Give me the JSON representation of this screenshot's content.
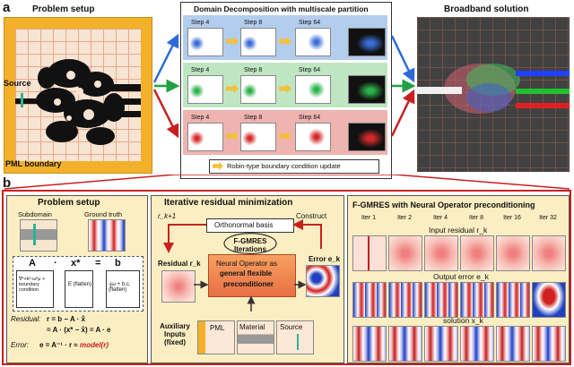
{
  "panel_a": {
    "letter": "a",
    "problem_title": "Problem setup",
    "source_label": "Source",
    "pml_label": "PML boundary",
    "dd_title": "Domain Decomposition with multiscale partition",
    "rows": [
      {
        "steps": [
          "Step 4",
          "Step 8",
          "Step 64"
        ],
        "color": "#3a6fd8"
      },
      {
        "steps": [
          "Step 4",
          "Step 8",
          "Step 64"
        ],
        "color": "#2cb34a"
      },
      {
        "steps": [
          "Step 4",
          "Step 8",
          "Step 64"
        ],
        "color": "#d62a2a"
      }
    ],
    "robin_label": "Robin-type boundary condition update",
    "broadband_title": "Broadband solution"
  },
  "panel_b": {
    "letter": "b",
    "setup": {
      "title": "Problem setup",
      "subdomain": "Subdomain",
      "ground_truth": "Ground truth",
      "eq_A": "A",
      "eq_dot": "·",
      "eq_x": "x*",
      "eq_eq": "=",
      "eq_b": "b",
      "matrix_text": "∇²+k²-ω²μ + boundary condition",
      "vec_x": "E (flatten)",
      "vec_b": "-jω + b.c. (flatten)",
      "residual_label": "Residual:",
      "residual_line1": "r = b − A · x̂",
      "residual_line2": "= A · (x* − x̂) = A · e",
      "error_label": "Error:",
      "error_line_a": "e = A⁻¹ · r ≈ ",
      "error_line_b": "model(r)"
    },
    "iter": {
      "title": "Iterative residual minimization",
      "rk1": "r_k+1",
      "construct": "Construct",
      "basis": "Orthonormal basis",
      "fgmres": "F-GMRES Iterations",
      "residual": "Residual r_k",
      "error": "Error e_k",
      "no_line1": "Neural Operator as",
      "no_line2": "general flexible",
      "no_line3": "preconditioner",
      "aux": "Auxiliary Inputs (fixed)",
      "pml": "PML",
      "material": "Material",
      "source": "Source"
    },
    "fgmres": {
      "title": "F-GMRES with Neural Operator preconditioning",
      "iters": [
        "Iter 1",
        "Iter 2",
        "Iter 4",
        "Iter 8",
        "Iter 16",
        "Iter 32"
      ],
      "input_residual": "Input residual r_k",
      "output_error": "Output error e_k",
      "solution": "solution x_k"
    }
  }
}
